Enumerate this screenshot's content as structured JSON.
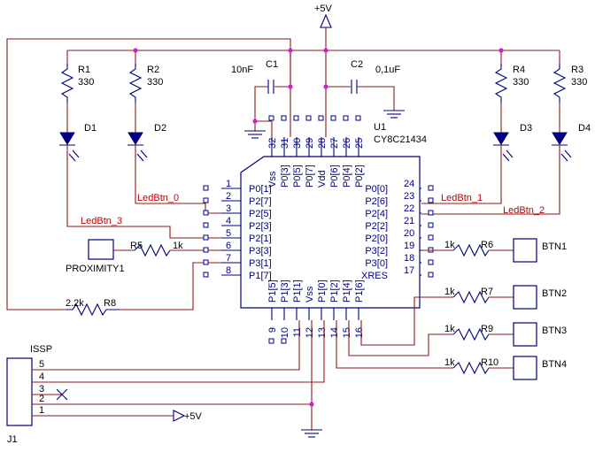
{
  "supply": {
    "vplus": "+5V"
  },
  "chip": {
    "ref": "U1",
    "part": "CY8C21434"
  },
  "pins_left": [
    {
      "num": "1",
      "name": "P0[1]"
    },
    {
      "num": "2",
      "name": "P2[7]"
    },
    {
      "num": "3",
      "name": "P2[5]"
    },
    {
      "num": "4",
      "name": "P2[3]"
    },
    {
      "num": "5",
      "name": "P2[1]"
    },
    {
      "num": "6",
      "name": "P3[3]"
    },
    {
      "num": "7",
      "name": "P3[1]"
    },
    {
      "num": "8",
      "name": "P1[7]"
    }
  ],
  "pins_right": [
    {
      "num": "24",
      "name": "P0[0]"
    },
    {
      "num": "23",
      "name": "P2[6]"
    },
    {
      "num": "22",
      "name": "P2[4]"
    },
    {
      "num": "21",
      "name": "P2[2]"
    },
    {
      "num": "20",
      "name": "P2[0]"
    },
    {
      "num": "19",
      "name": "P3[2]"
    },
    {
      "num": "18",
      "name": "P3[0]"
    },
    {
      "num": "17",
      "name": "XRES"
    }
  ],
  "pins_top": [
    {
      "num": "32",
      "name": "Vss"
    },
    {
      "num": "31",
      "name": "P0[3]"
    },
    {
      "num": "30",
      "name": "P0[5]"
    },
    {
      "num": "29",
      "name": "P0[7]"
    },
    {
      "num": "28",
      "name": "Vdd"
    },
    {
      "num": "27",
      "name": "P0[6]"
    },
    {
      "num": "26",
      "name": "P0[4]"
    },
    {
      "num": "25",
      "name": "P0[2]"
    }
  ],
  "pins_bottom": [
    {
      "num": "9",
      "name": "P1[5]"
    },
    {
      "num": "10",
      "name": "P1[3]"
    },
    {
      "num": "11",
      "name": "P1[1]"
    },
    {
      "num": "12",
      "name": "Vss"
    },
    {
      "num": "13",
      "name": "P1[0]"
    },
    {
      "num": "14",
      "name": "P1[2]"
    },
    {
      "num": "15",
      "name": "P1[4]"
    },
    {
      "num": "16",
      "name": "P1[6]"
    }
  ],
  "resistors": {
    "r1": {
      "ref": "R1",
      "value": "330"
    },
    "r2": {
      "ref": "R2",
      "value": "330"
    },
    "r3": {
      "ref": "R3",
      "value": "330"
    },
    "r4": {
      "ref": "R4",
      "value": "330"
    },
    "r5": {
      "ref": "R5",
      "value": "1k"
    },
    "r6": {
      "ref": "R6",
      "value": "1k"
    },
    "r7": {
      "ref": "R7",
      "value": "1k"
    },
    "r8": {
      "ref": "R8",
      "value": "2.2k"
    },
    "r9": {
      "ref": "R9",
      "value": "1k"
    },
    "r10": {
      "ref": "R10",
      "value": "1k"
    }
  },
  "capacitors": {
    "c1": {
      "ref": "C1",
      "value": "10nF"
    },
    "c2": {
      "ref": "C2",
      "value": "0,1uF"
    }
  },
  "diodes": {
    "d1": "D1",
    "d2": "D2",
    "d3": "D3",
    "d4": "D4"
  },
  "nets": {
    "led0": "LedBtn_0",
    "led1": "LedBtn_1",
    "led2": "LedBtn_2",
    "led3": "LedBtn_3"
  },
  "buttons": {
    "btn1": "BTN1",
    "btn2": "BTN2",
    "btn3": "BTN3",
    "btn4": "BTN4"
  },
  "proximity": "PROXIMITY1",
  "connector": {
    "title": "ISSP",
    "ref": "J1",
    "pins": [
      "5",
      "4",
      "3",
      "2",
      "1"
    ],
    "vplus": "+5V"
  }
}
